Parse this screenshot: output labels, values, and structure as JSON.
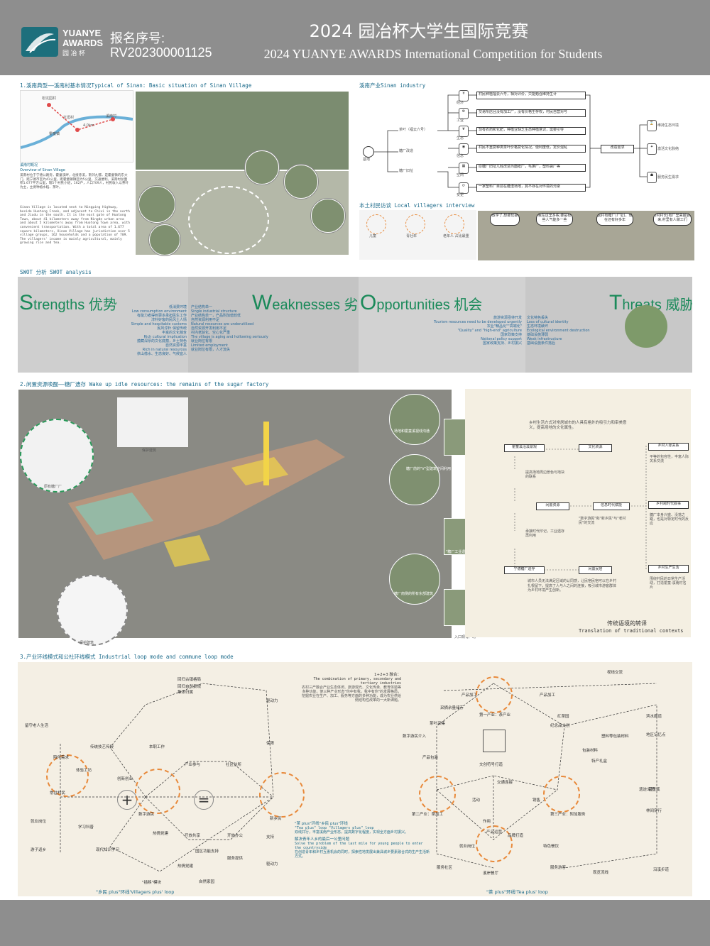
{
  "header": {
    "logo_line1": "YUANYE",
    "logo_line2": "AWARDS",
    "logo_cn": "园 冶 杯",
    "reg_label": "报名序号:",
    "reg_no": "RV202300001125",
    "title_cn": "2024 园冶杯大学生国际竞赛",
    "title_en": "2024 YUANYE AWARDS International Competition for  Students"
  },
  "section1": {
    "title": "1.溪南典型——溪南村基本情况Typical of Sinan: Basic situation of Sinan Village",
    "map_labels": [
      "松坑园村",
      "文坦村",
      "溪南村",
      "霍童镇",
      "4.0km"
    ],
    "overview_title": "溪南村概况",
    "overview_title_en": "Overview of Sinan Village",
    "overview_cn": "溪南村位于宁德公路旁，霍童溪畔，北接赤溪，南邻九都，是霍童镇的东大门，距宁德市区约41公里，距霍童镇镇区约5公里，交通便利。溪南村总面积1.677平方公里，辖5个村民小组，162户，人口709人，村民收入以茶叶为主，主要种植水稻、茶叶。",
    "overview_en": "Xinan Village is located next to Ningping Highway, beside Huotong Creek, and adjacent to Chixi in the north and Jiudu in the south. It is the east gate of Huotong Town, about 41 kilometers away from Ningde urban area and about 5 kilometers away from Huotong Town area, with convenient transportation. With a total area of 1.677 square kilometers, Xinan Village has jurisdiction over 5 village groups, 162 households and a population of 709. The villagers' income is mainly agricultural, mainly growing rice and tea."
  },
  "industry": {
    "title": "溪南产业Sinan industry",
    "root": "基地",
    "nodes": [
      "茶叶（福云六号）",
      "糖厂改造",
      "糖厂旧址"
    ],
    "icons": [
      "经济",
      "工业",
      "生态",
      "信息",
      "空间",
      "变更"
    ],
    "rows": [
      "村民种植福云六号，相对评价，只能勉强维持生计",
      "交易所店且没有加工厂，没有价格生存权，村民自营对号",
      "现有农药和化肥，种植业缺乏生态种植意识，需要引导",
      "村民不重复种类茶叶价格变化情况，便利度低，定价混乱",
      "原糖厂旧址几经改造为面纸厂，毛笋厂，塑料袋厂等",
      "一家塑料厂目前在糖渣场地，其不存在对环境的污染"
    ],
    "demand": "改造需求",
    "outcomes": [
      "维持生态环境",
      "激活文化脉络",
      "服务民生需求"
    ]
  },
  "interview": {
    "title": "本土村民访谈 Local villagers interview",
    "groups": [
      "儿童",
      "青壮年",
      "老年人 占比最重"
    ],
    "bubbles": [
      "放学了,想要玩耍",
      "我在这里多些,要是有些人气能多一些",
      "这村有糖厂(厂址)，现在还有好多年",
      "(村村长)有厂里来最后来,村里有人做工们"
    ]
  },
  "swot": {
    "title": "SWOT 分析 SWOT analysis",
    "strengths": {
      "letter": "S",
      "rest": "trengths 优势",
      "text": "低消费环境\nLow consumption environment\n有能力者得到更多承担民生工作\n淳朴好客的民风土人情\nSimple and hospitable customs\n民风淳朴 保留传统\n丰富的文化蕴含\nRich cultural implication\n蕴藏深厚的文化底蕴，乡土特色\n自然资源丰富\nRich in natural resources\n依山傍水、生态良好、气候宜人"
    },
    "weaknesses": {
      "letter": "W",
      "rest": "eaknesses 劣势",
      "text": "产业结构单一\nSingle industrial structure\n产业结构单一，产品附加值较低\n自然资源利用不足\nNatural resources are underutilized\n自然资源开发利用不足\n村内老龄化、空心化严重\nThe village is aging and hollowing seriously\n就业岗位有限\nLimited employment\n就业岗位有限，人才流失"
    },
    "opportunities": {
      "letter": "O",
      "rest": "pportunities 机会",
      "text": "旅游资源亟待开发\nTourism resources need to be developed urgently\n农业\"精品化\"\"高端化\"\n\"Quality\" and \"high-end\" agriculture\n国家政策支持\nNational policy support\n国家政策支持、乡村振兴"
    },
    "threats": {
      "letter": "T",
      "rest": "hreats 威胁",
      "text": "文化特色丢失\nLoss of cultural identity\n生态环境破坏\nEcological environment destruction\n基础设施薄弱\nWeak infrastructure\n基础设施条件落后"
    }
  },
  "section2": {
    "title": "2.闲置资源唤醒——糖厂遗存 Wake up idle resources: the remains of the sugar factory",
    "building_labels": [
      "保护建筑",
      "原有糖厂厂",
      "保护建筑"
    ],
    "photo_labels": [
      "场地和霍童溪视线沟通",
      "糖厂前的\"V\"型建筑空间利用",
      "\"糖厂工业遗存",
      "糖厂南侧的所有东部建筑",
      "入口现有广场"
    ],
    "network": {
      "intro": "乡村生活方式对常居城市的人具有格外的吸引力和审美意义，提高场地的文化属性。",
      "nodes": [
        "霍童溪沿溪景观",
        "文化资源",
        "提高场地周边景色与地块的联系",
        "闲置资源",
        "信息时代赋能",
        "承接时代印记，工业遗存再利用",
        "宁德糖厂遗存",
        "闲置民居",
        "\"数字游民\"和\"新乡民\"与\"老村民\"的交流",
        "城市人员无法满足区域的认同感，让民宿民宿可以在乡村扎根留下，提高了人与人之间的连接，吸引城市游客群体为乡村环境产生创新。"
      ],
      "right_titles": [
        "乡村人际关系",
        "乡村跨时代叙事",
        "乡村生产生活"
      ],
      "right_texts": [
        "平等的包容性，丰富人际关系交流",
        "糖厂本身兴盛、没落之路，也是对特定时代的反应",
        "围绕村民的日常生产活动，打造霍童·溪南村名片"
      ],
      "caption_cn": "传统语境的转译",
      "caption_en": "Translation of traditional contexts"
    }
  },
  "section3": {
    "title": "3.产业环线模式和公社环线模式 Industrial loop mode and commune loop mode",
    "left_nodes": [
      "留守老人生活",
      "常驻村民",
      "游子返乡",
      "传统技艺传授",
      "数字游民",
      "新乡民",
      "现代知识学习",
      "产业参与",
      "社区住所",
      "开放共享",
      "开放办公",
      "自然家园",
      "\"插秧\"模块"
    ],
    "left_labels": [
      "陪伴需求",
      "体验工坊",
      "创新创业",
      "本职工作",
      "就业岗位",
      "学习科普",
      "热情党建",
      "驱动力",
      "保障",
      "支持",
      "服务提供",
      "驱动力",
      "回归古镇格局",
      "回归自然景观",
      "国区功能支持",
      "热情党建",
      "集体归属"
    ],
    "center_text_cn": "1+2+3 融合：",
    "center_text_en": "The combination of primary, secondary and tertiary industries",
    "center_body": "农村三产融合产业生态体闭、旅游观光、文化传承、教育体验等多种功能，使三种产业形态\"你中有我，我中有你\"的发展格局，挖掘农业在生产、加工、服务等方面的多种功能，成为农业供给侧结构性改革的一大新课题。",
    "tea_loop": "\"茶 plus\"环线\"乡民 plus\"环线",
    "tea_loop_en": "\"Tea plus\" loop \"Villagers plus\" loop",
    "tea_loop_text": "双线并行，丰富溪南产业形态，提高数字化程度，实现全方面乡村振兴。",
    "last_mile_cn": "解决青年人乡的最后一公里问题",
    "last_mile_en": "Solve the problem of the last mile for young people to enter the countryside",
    "last_mile_text": "在创造青年和乡村互惠机会的同时，探索性地发展出兼具城乡要素融合式的生产生活新方式。",
    "right_nodes": [
      "第一产业：茶产业",
      "第二产业：茶加工",
      "第三产业：附加服务",
      "文创符号打造",
      "茶叶采集",
      "红茶园",
      "遗迹公园",
      "滨水廊道",
      "霍童溪",
      "服务社区",
      "溪岸餐厅",
      "服务游客",
      "产品运营",
      "沿溪步道",
      "数字游民介入",
      "特产礼盒"
    ],
    "right_labels": [
      "产品加工",
      "产品加工",
      "视线交流",
      "地区记忆点",
      "林间穿行",
      "观览流线",
      "销售",
      "活动",
      "作用",
      "就业岗位",
      "特色餐饮",
      "品牌打造",
      "交通连接",
      "采摘余量储存",
      "纪念品文创",
      "塑料等包装材料",
      "包装材料",
      "产品包装"
    ],
    "caption_left": "\"乡民 plus\"环线'Villagers plus' loop",
    "caption_right": "\"茶 plus\"环线'Tea plus' loop"
  }
}
